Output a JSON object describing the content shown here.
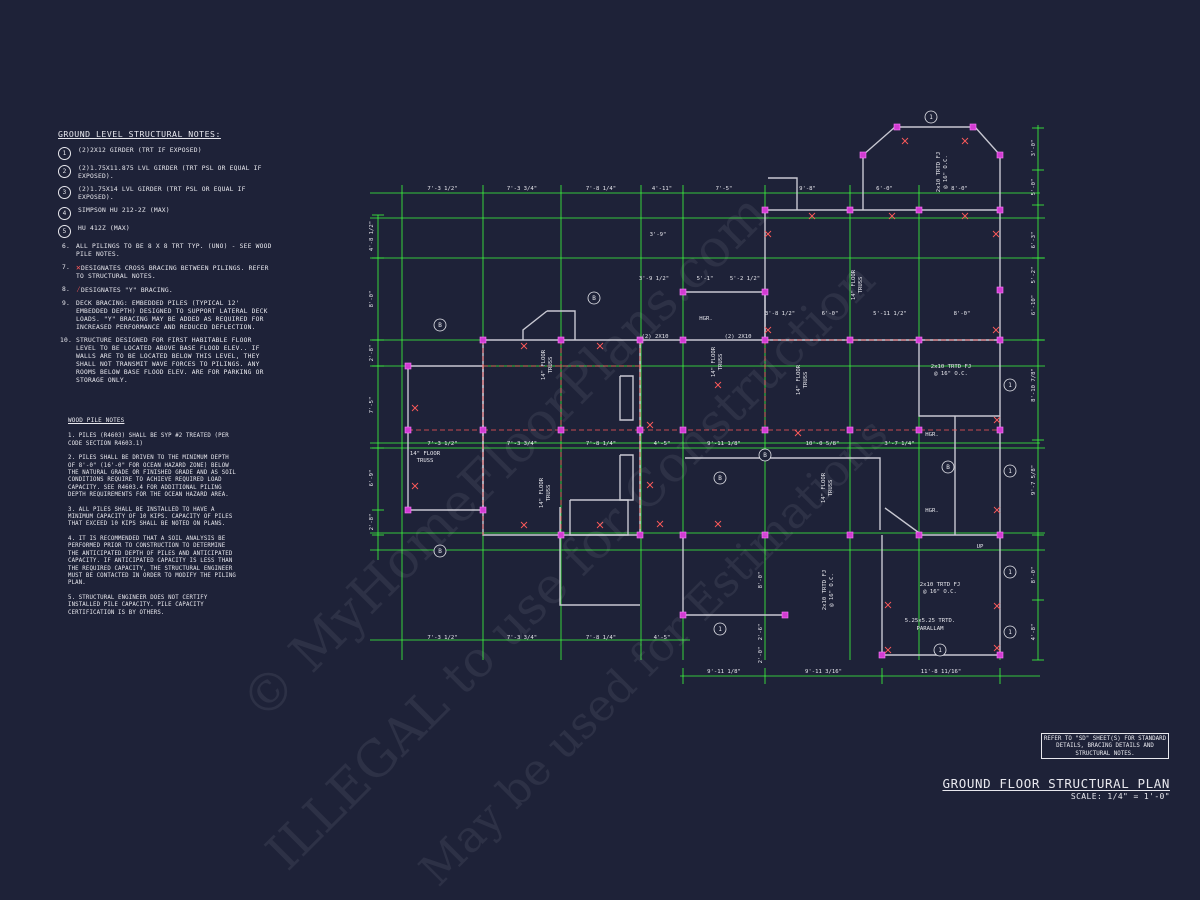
{
  "notes": {
    "title": "GROUND LEVEL STRUCTURAL NOTES:",
    "items": [
      {
        "num": "1",
        "text": "(2)2X12 GIRDER (TRT IF EXPOSED)"
      },
      {
        "num": "2",
        "text": "(2)1.75X11.875 LVL GIRDER (TRT PSL OR EQUAL IF EXPOSED)."
      },
      {
        "num": "3",
        "text": "(2)1.75X14 LVL GIRDER (TRT PSL OR EQUAL IF EXPOSED)."
      },
      {
        "num": "4",
        "text": "SIMPSON HU 212-2Z (MAX)"
      },
      {
        "num": "5",
        "text": "HU 412Z (MAX)"
      },
      {
        "num": "6.",
        "text": "ALL PILINGS TO BE 8 x 8 TRT TYP. (UNO) - SEE WOOD PILE NOTES."
      },
      {
        "num": "7.",
        "text": "DESIGNATES CROSS BRACING BETWEEN PILINGS. REFER TO STRUCTURAL NOTES."
      },
      {
        "num": "8.",
        "text": "DESIGNATES \"Y\" BRACING."
      },
      {
        "num": "9.",
        "text": "DECK BRACING: EMBEDDED PILES (TYPICAL 12' EMBEDDED DEPTH) DESIGNED TO SUPPORT LATERAL DECK LOADS. \"Y\" BRACING MAY BE ADDED AS REQUIRED FOR INCREASED PERFORMANCE AND REDUCED DEFLECTION."
      },
      {
        "num": "10.",
        "text": "STRUCTURE DESIGNED FOR FIRST HABITABLE FLOOR LEVEL TO BE LOCATED ABOVE BASE FLOOD ELEV.. IF WALLS ARE TO BE LOCATED BELOW THIS LEVEL, THEY SHALL NOT TRANSMIT WAVE FORCES TO PILINGS. ANY ROOMS BELOW BASE FLOOD ELEV. ARE FOR PARKING OR STORAGE ONLY."
      }
    ]
  },
  "pile_notes": {
    "title": "WOOD PILE NOTES",
    "items": [
      "1. PILES (R4603) SHALL BE SYP #2 TREATED (PER CODE SECTION R4603.1)",
      "2. PILES SHALL BE DRIVEN TO THE MINIMUM DEPTH OF 8'-0\" (16'-0\" FOR OCEAN HAZARD ZONE) BELOW THE NATURAL GRADE OR FINISHED GRADE AND AS SOIL CONDITIONS REQUIRE TO ACHIEVE REQUIRED LOAD CAPACITY. SEE R4603.4 FOR ADDITIONAL PILING DEPTH REQUIREMENTS FOR THE OCEAN HAZARD AREA.",
      "3. ALL PILES SHALL BE INSTALLED TO HAVE A MINIMUM CAPACITY OF 10 KIPS. CAPACITY OF PILES THAT EXCEED 10 KIPS SHALL BE NOTED ON PLANS.",
      "4. IT IS RECOMMENDED THAT A SOIL ANALYSIS BE PERFORMED PRIOR TO CONSTRUCTION TO DETERMINE THE ANTICIPATED DEPTH OF PILES AND ANTICIPATED CAPACITY. IF ANTICIPATED CAPACITY IS LESS THAN THE REQUIRED CAPACITY, THE STRUCTURAL ENGINEER MUST BE CONTACTED IN ORDER TO MODIFY THE PILING PLAN.",
      "5. STRUCTURAL ENGINEER DOES NOT CERTIFY INSTALLED PILE CAPACITY. PILE CAPACITY CERTIFICATION IS BY OTHERS."
    ]
  },
  "refer_note": "REFER TO \"SD\" SHEET(S) FOR STANDARD DETAILS, BRACING DETAILS AND STRUCTURAL NOTES.",
  "plan_title": "GROUND FLOOR STRUCTURAL PLAN",
  "plan_scale": "SCALE: 1/4\" = 1'-0\"",
  "watermarks": [
    "© MyHomeFloorPlans.com",
    "ILLEGAL to use for Construction",
    "May be used for Estimations"
  ],
  "dimensions": {
    "top_left": [
      "7'-3 1/2\"",
      "7'-3 3/4\"",
      "7'-8 1/4\"",
      "4'-11\"",
      "7'-5\"",
      "9'-8\"",
      "6'-0\"",
      "8'-0\""
    ],
    "mid_row": [
      "7'-3 1/2\"",
      "7'-3 3/4\"",
      "7'-8 1/4\"",
      "4'-5\"",
      "9'-11 1/8\"",
      "10'-0 5/8\"",
      "3'-7 1/4\""
    ],
    "bottom_row": [
      "7'-3 1/2\"",
      "7'-3 3/4\"",
      "7'-8 1/4\"",
      "4'-5\""
    ],
    "bottom_right": [
      "9'-11 1/8\"",
      "9'-11 3/16\"",
      "11'-8 11/16\""
    ],
    "upper_interior": [
      "3'-9 1/2\"",
      "5'-1\"",
      "5'-2 1/2\"",
      "3'-8 1/2\"",
      "6'-0\"",
      "5'-11 1/2\"",
      "8'-0\"",
      "3'-9\""
    ],
    "left_vertical": [
      "4'-8 1/2\"",
      "8'-0\"",
      "2'-8\"",
      "7'-5\"",
      "6'-9\"",
      "2'-8\""
    ],
    "right_vertical": [
      "3'-0\"",
      "5'-0\"",
      "6'-3\"",
      "5'-2\"",
      "6'-10\"",
      "8'-10 7/8\"",
      "9'-7 5/8\"",
      "8'-0\"",
      "4'-8\""
    ],
    "lower_interior": [
      "8'-0\"",
      "2'-6\"",
      "2'-0\""
    ]
  },
  "labels": {
    "floor_truss": "14\" FLOOR",
    "truss": "TRUSS",
    "two_2x10": "(2) 2X10",
    "hgr": "HGR.",
    "trtd_2x10": "2x10 TRTD FJ",
    "oc16": "@ 16\" O.C.",
    "trtd_fj": "2x10 TRTD FJ",
    "post": "5.25x5.25 TRTD.",
    "parallam": "PARALLAM",
    "up": "UP",
    "tag_b": "B",
    "tag_1": "1"
  },
  "colors": {
    "background": "#1e2238",
    "dimension": "#3cff3c",
    "wall": "#c8c8d2",
    "pile": "#ff3cff",
    "brace": "#ff5a5a",
    "text": "#e8e8ee"
  }
}
